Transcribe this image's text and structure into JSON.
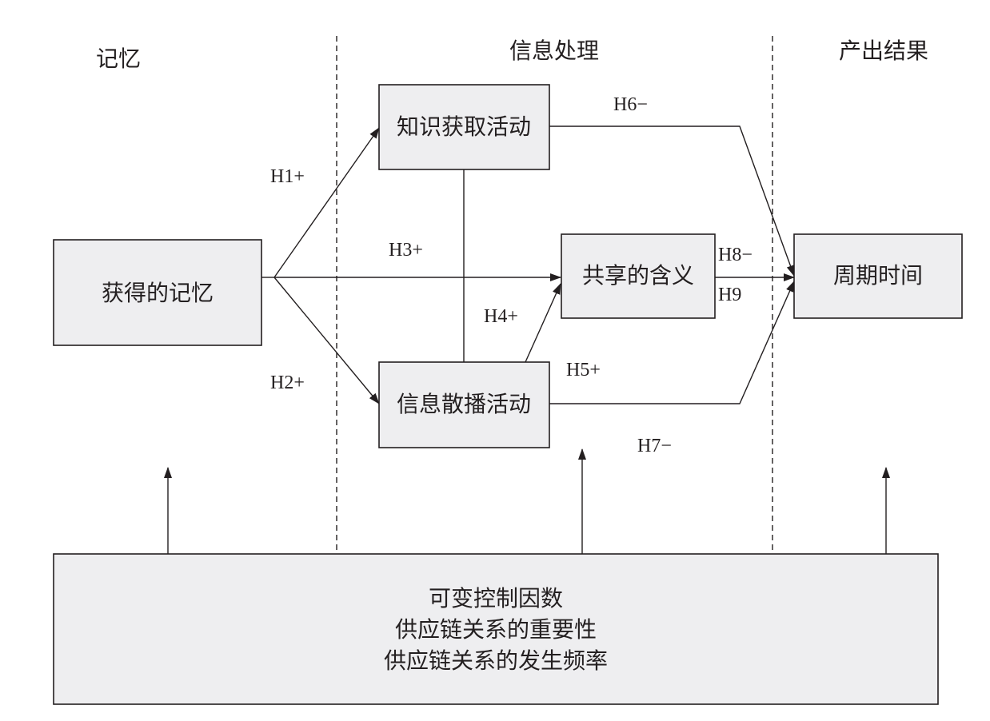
{
  "columns": {
    "memory": "记忆",
    "processing": "信息处理",
    "outcome": "产出结果"
  },
  "nodes": {
    "acquired_memory": "获得的记忆",
    "knowledge_acquisition": "知识获取活动",
    "shared_meaning": "共享的含义",
    "info_dissemination": "信息散播活动",
    "cycle_time": "周期时间"
  },
  "hypotheses": {
    "h1": "H1+",
    "h2": "H2+",
    "h3": "H3+",
    "h4": "H4+",
    "h5": "H5+",
    "h6": "H6−",
    "h7": "H7−",
    "h8": "H8−",
    "h9": "H9"
  },
  "controls": {
    "title": "可变控制因数",
    "line1": "供应链关系的重要性",
    "line2": "供应链关系的发生频率"
  }
}
